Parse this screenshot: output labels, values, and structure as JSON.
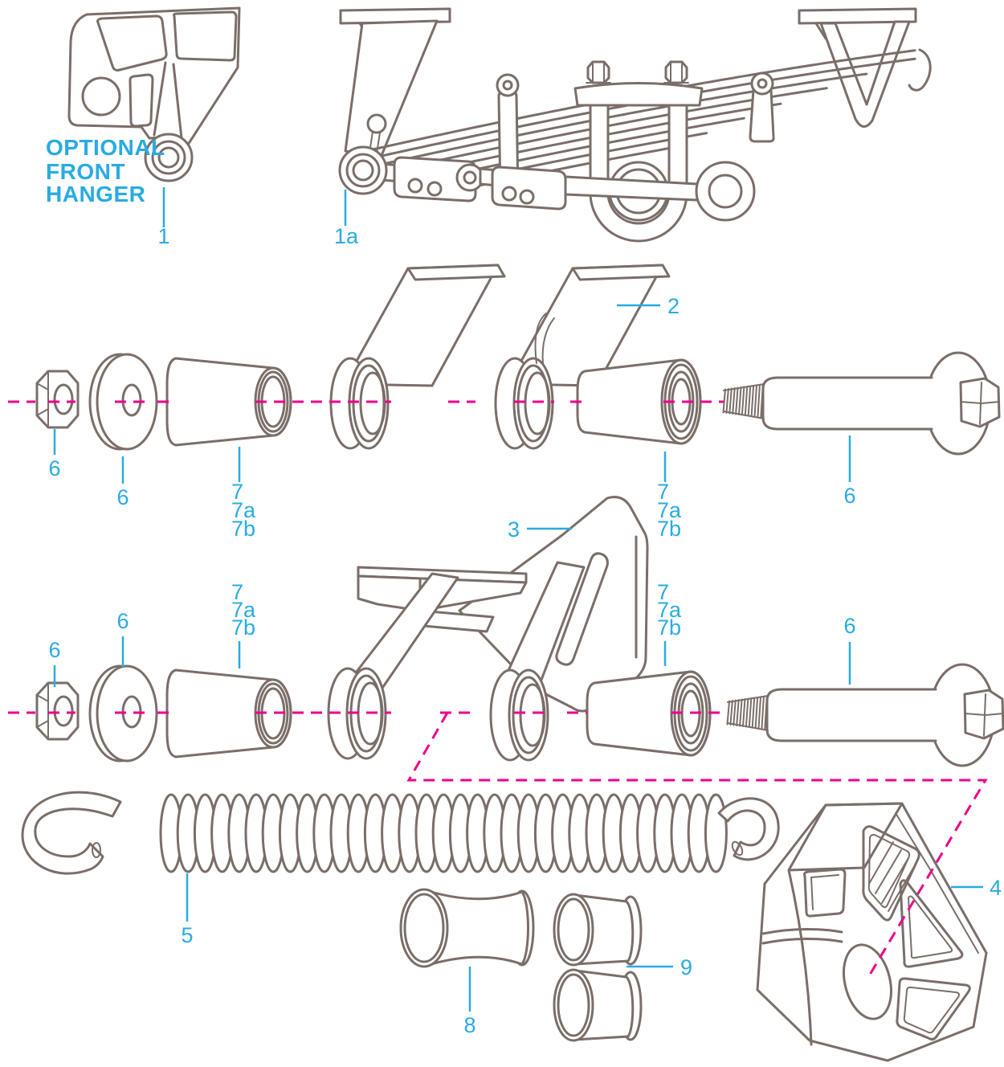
{
  "figure": {
    "kind": "exploded suspension parts diagram",
    "background": "#ffffff"
  },
  "palette": {
    "artwork_line": "#7a6e69",
    "callout_text": "#29abe2",
    "callout_leader": "#29abe2",
    "centerline": "#ec008c"
  },
  "caption": {
    "line1": "OPTIONAL",
    "line2": "FRONT",
    "line3": "HANGER"
  },
  "callouts": {
    "front_hanger": "1",
    "spring_assembly": "1a",
    "shackle_side_plate": "2",
    "shackle_assembly": "3",
    "cast_hanger": "4",
    "tension_spring": "5",
    "bolt_hardware": "6",
    "bushing": "7",
    "bushing_alt1": "7a",
    "bushing_alt2": "7b",
    "center_bushing": "8",
    "end_bushing": "9"
  }
}
